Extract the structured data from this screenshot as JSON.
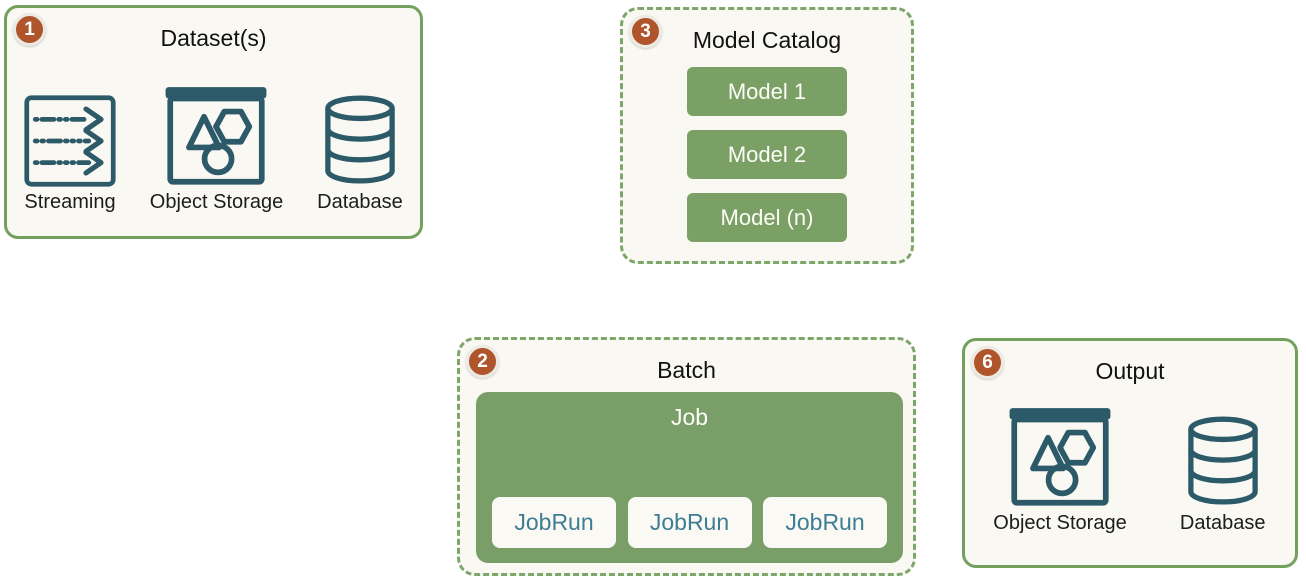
{
  "colors": {
    "badge": "#b0542b",
    "badge_ring": "#edeae3",
    "solid_border_green": "#74a05e",
    "dashed_border_green": "#7da76a",
    "fill_green": "#7aa065",
    "panel_background": "#f9f8f3",
    "icon_teal": "#2d5a68",
    "jobrun_text_teal": "#3e7d93"
  },
  "boxes": {
    "datasets": {
      "number": "1",
      "title": "Dataset(s)",
      "items": [
        {
          "icon": "streaming-icon",
          "label": "Streaming"
        },
        {
          "icon": "object-storage-icon",
          "label": "Object Storage"
        },
        {
          "icon": "database-icon",
          "label": "Database"
        }
      ]
    },
    "model_catalog": {
      "number": "3",
      "title": "Model Catalog",
      "models": [
        {
          "label": "Model 1"
        },
        {
          "label": "Model 2"
        },
        {
          "label": "Model (n)"
        }
      ]
    },
    "batch": {
      "number": "2",
      "title": "Batch",
      "job": {
        "label": "Job",
        "runs": [
          {
            "label": "JobRun"
          },
          {
            "label": "JobRun"
          },
          {
            "label": "JobRun"
          }
        ]
      }
    },
    "output": {
      "number": "6",
      "title": "Output",
      "items": [
        {
          "icon": "object-storage-icon",
          "label": "Object Storage"
        },
        {
          "icon": "database-icon",
          "label": "Database"
        }
      ]
    }
  }
}
